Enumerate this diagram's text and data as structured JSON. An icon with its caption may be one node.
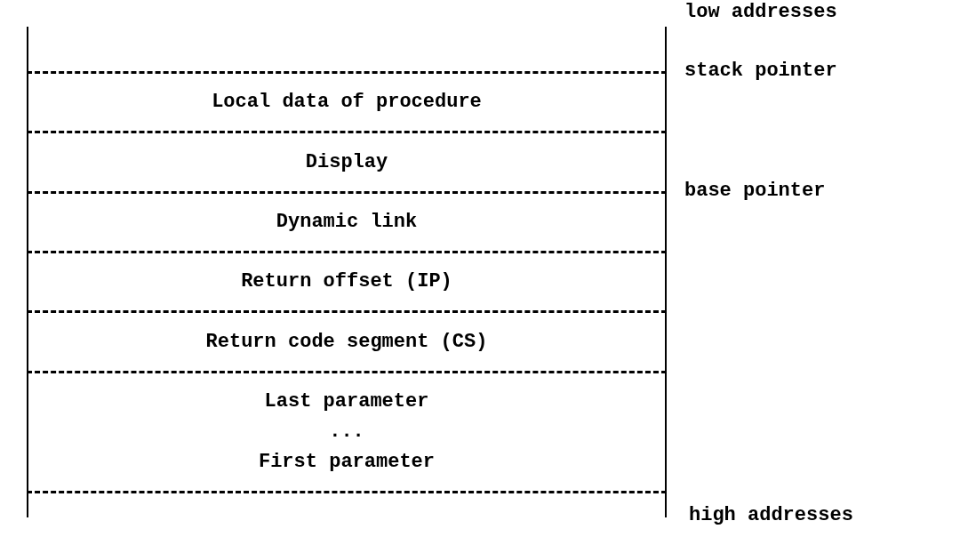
{
  "diagram": {
    "nodes": [
      {
        "text": [],
        "shape": "box"
      },
      {
        "text": [
          "Local data of procedure"
        ]
      },
      {
        "text": [
          "Display"
        ]
      },
      {
        "text": [
          "Dynamic link"
        ]
      },
      {
        "text": [
          "Return offset (IP)"
        ]
      },
      {
        "text": [
          "Return code segment (CS)"
        ]
      },
      {
        "text": [
          "Last parameter",
          "...",
          "First parameter"
        ]
      },
      {
        "text": [],
        "shape": "box"
      }
    ],
    "labels": [
      "low addresses",
      "stack pointer",
      "base pointer",
      "high addresses"
    ]
  }
}
